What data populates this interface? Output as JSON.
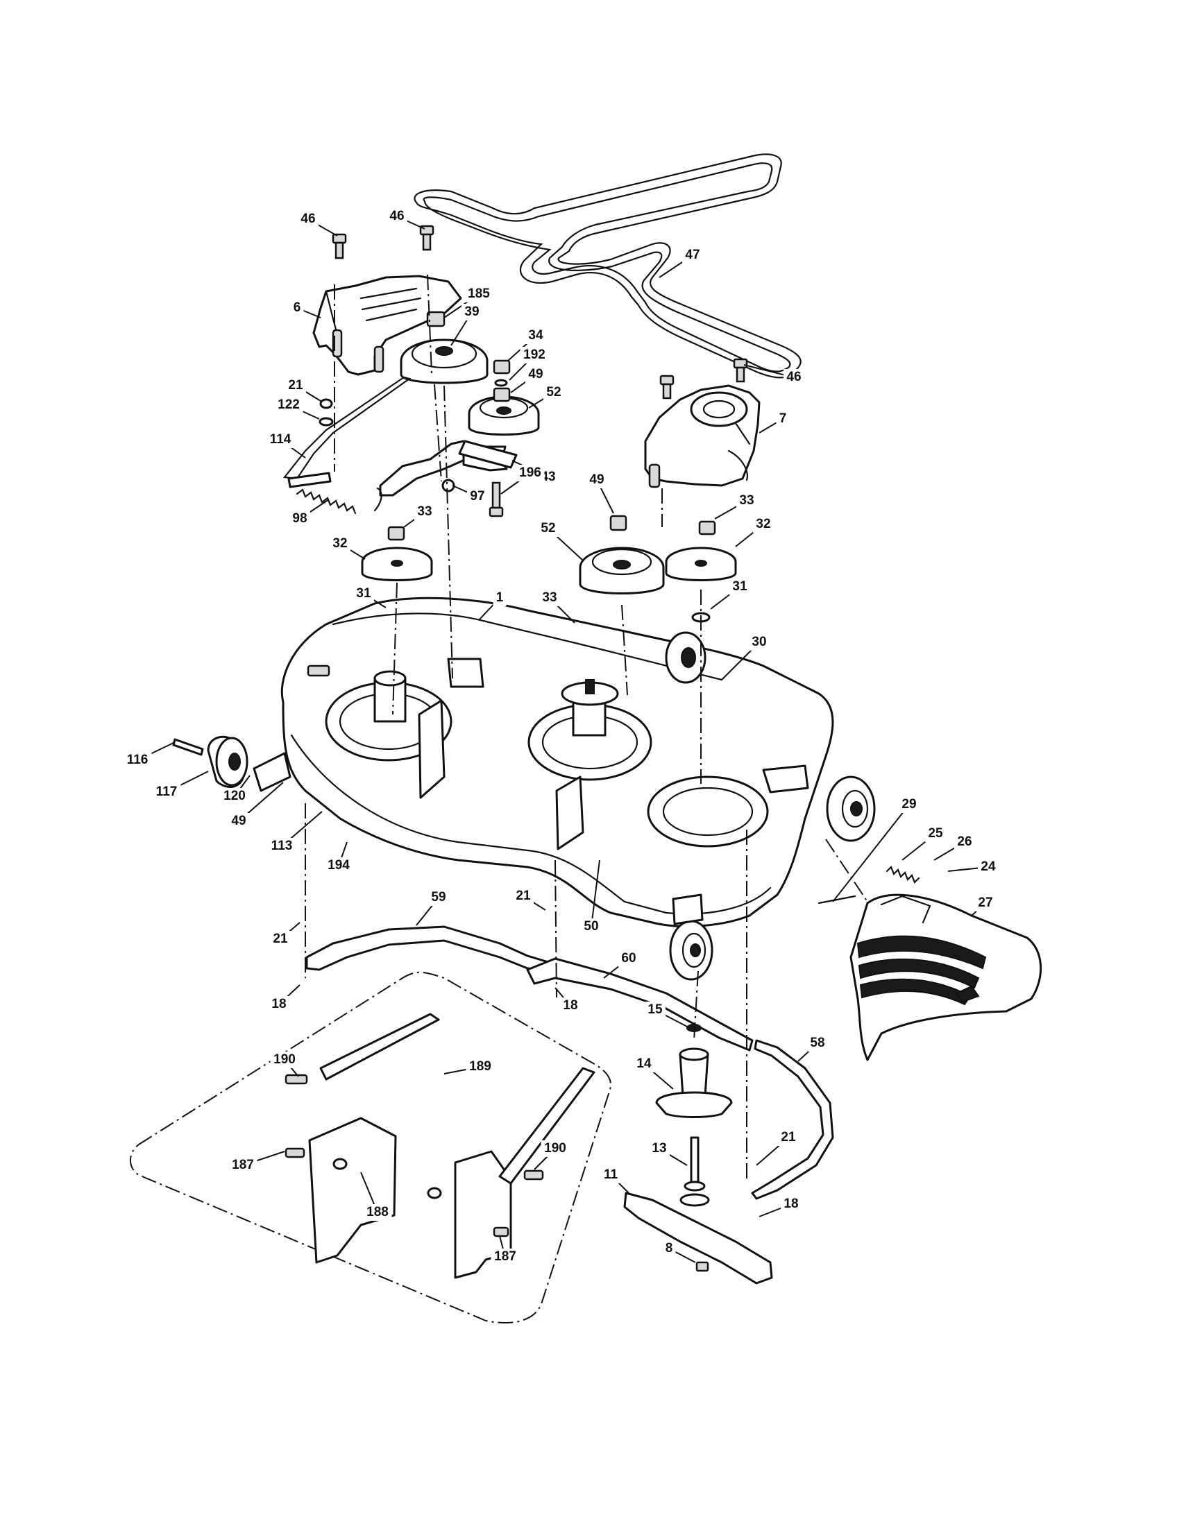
{
  "callouts": [
    {
      "id": "c46a",
      "text": "46"
    },
    {
      "id": "c46b",
      "text": "46"
    },
    {
      "id": "c46c",
      "text": "46"
    },
    {
      "id": "c47",
      "text": "47"
    },
    {
      "id": "c185",
      "text": "185"
    },
    {
      "id": "c39",
      "text": "39"
    },
    {
      "id": "c6",
      "text": "6"
    },
    {
      "id": "c34",
      "text": "34"
    },
    {
      "id": "c192",
      "text": "192"
    },
    {
      "id": "c49a",
      "text": "49"
    },
    {
      "id": "c52a",
      "text": "52"
    },
    {
      "id": "c21a",
      "text": "21"
    },
    {
      "id": "c122",
      "text": "122"
    },
    {
      "id": "c114",
      "text": "114"
    },
    {
      "id": "c43",
      "text": "43"
    },
    {
      "id": "c196",
      "text": "196"
    },
    {
      "id": "c97",
      "text": "97"
    },
    {
      "id": "c98",
      "text": "98"
    },
    {
      "id": "c7",
      "text": "7"
    },
    {
      "id": "c49b",
      "text": "49"
    },
    {
      "id": "c33a",
      "text": "33"
    },
    {
      "id": "c33b",
      "text": "33"
    },
    {
      "id": "c32a",
      "text": "32"
    },
    {
      "id": "c52b",
      "text": "52"
    },
    {
      "id": "c32b",
      "text": "32"
    },
    {
      "id": "c31a",
      "text": "31"
    },
    {
      "id": "c31b",
      "text": "31"
    },
    {
      "id": "c1",
      "text": "1"
    },
    {
      "id": "c33c",
      "text": "33"
    },
    {
      "id": "c30",
      "text": "30"
    },
    {
      "id": "c116",
      "text": "116"
    },
    {
      "id": "c117",
      "text": "117"
    },
    {
      "id": "c120",
      "text": "120"
    },
    {
      "id": "c49c",
      "text": "49"
    },
    {
      "id": "c113",
      "text": "113"
    },
    {
      "id": "c194",
      "text": "194"
    },
    {
      "id": "c29",
      "text": "29"
    },
    {
      "id": "c25",
      "text": "25"
    },
    {
      "id": "c26",
      "text": "26"
    },
    {
      "id": "c24",
      "text": "24"
    },
    {
      "id": "c27",
      "text": "27"
    },
    {
      "id": "c59",
      "text": "59"
    },
    {
      "id": "c21b",
      "text": "21"
    },
    {
      "id": "c21c",
      "text": "21"
    },
    {
      "id": "c50",
      "text": "50"
    },
    {
      "id": "c60",
      "text": "60"
    },
    {
      "id": "c18a",
      "text": "18"
    },
    {
      "id": "c18b",
      "text": "18"
    },
    {
      "id": "c15",
      "text": "15"
    },
    {
      "id": "c58",
      "text": "58"
    },
    {
      "id": "c14",
      "text": "14"
    },
    {
      "id": "c189",
      "text": "189"
    },
    {
      "id": "c190a",
      "text": "190"
    },
    {
      "id": "c190b",
      "text": "190"
    },
    {
      "id": "c187a",
      "text": "187"
    },
    {
      "id": "c187b",
      "text": "187"
    },
    {
      "id": "c188",
      "text": "188"
    },
    {
      "id": "c13",
      "text": "13"
    },
    {
      "id": "c21d",
      "text": "21"
    },
    {
      "id": "c11",
      "text": "11"
    },
    {
      "id": "c18c",
      "text": "18"
    },
    {
      "id": "c8",
      "text": "8"
    }
  ]
}
